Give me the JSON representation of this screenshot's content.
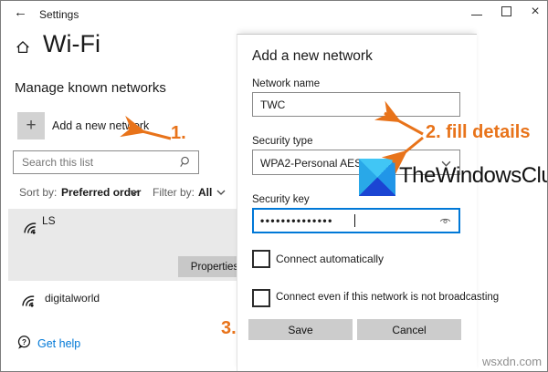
{
  "titlebar": {
    "title": "Settings",
    "back_glyph": "←",
    "close_glyph": "×"
  },
  "left_panel": {
    "page_title": "Wi-Fi",
    "section_title": "Manage known networks",
    "add_plus_glyph": "+",
    "add_network_label": "Add a new network",
    "search_placeholder": "Search this list",
    "sort_by_label": "Sort by:",
    "sort_by_value": "Preferred order",
    "filter_by_label": "Filter by:",
    "filter_by_value": "All",
    "networks": [
      {
        "name": "LS",
        "selected": true
      },
      {
        "name": "digitalworld",
        "selected": false
      }
    ],
    "properties_button": "Properties",
    "get_help_label": "Get help"
  },
  "dialog": {
    "title": "Add a new network",
    "fields": {
      "network_name": {
        "label": "Network name",
        "value": "TWC"
      },
      "security_type": {
        "label": "Security type",
        "value": "WPA2-Personal AES"
      },
      "security_key": {
        "label": "Security key",
        "value": "••••••••••••••"
      }
    },
    "checkboxes": [
      {
        "label": "Connect automatically",
        "checked": false
      },
      {
        "label": "Connect even if this network is not broadcasting",
        "checked": false
      }
    ],
    "buttons": {
      "save": "Save",
      "cancel": "Cancel"
    }
  },
  "branding": {
    "logo_text": "TheWindowsClub",
    "watermark": "wsxdn.com"
  },
  "annotations": {
    "step1": "1.",
    "step2": "2. fill details",
    "step3": "3."
  },
  "colors": {
    "accent_blue": "#0078d7",
    "annotation_orange": "#e8731a",
    "selected_row_gray": "#e9e9e9",
    "button_gray": "#cccccc",
    "logo_top": "#41c6f5",
    "logo_right": "#2196e8",
    "logo_bottom": "#1b45d3",
    "logo_left": "#29a8e8"
  },
  "icons": {
    "wifi": "wifi-signal-icon",
    "home": "home-icon",
    "search": "search-icon",
    "chevron": "chevron-down-icon",
    "eye": "reveal-password-icon",
    "help": "chat-question-icon"
  }
}
